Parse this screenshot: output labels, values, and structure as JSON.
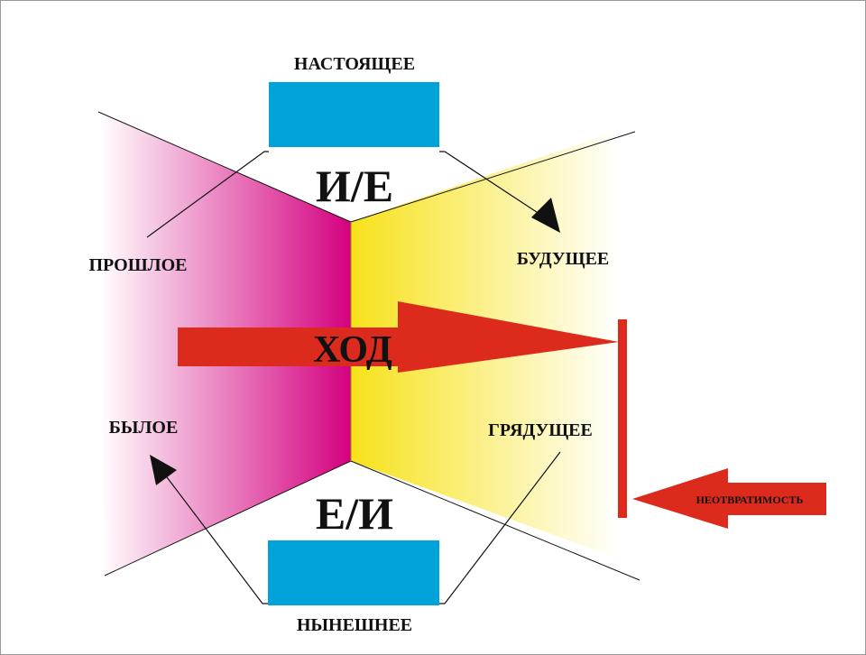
{
  "labels": {
    "present": "НАСТОЯЩЕЕ",
    "current": "НЫНЕШНЕЕ",
    "past": "ПРОШЛОЕ",
    "future": "БУДУЩЕЕ",
    "bygone": "БЫЛОЕ",
    "coming": "ГРЯДУЩЕЕ",
    "top_center": "И/Е",
    "bottom_center": "Е/И",
    "course": "ХОД",
    "inevitability": "НЕОТВРАТИМОСТЬ"
  },
  "colors": {
    "blue": "#00a3d9",
    "magenta": "#d4007f",
    "yellow": "#f7e21a",
    "red": "#dc2a1d"
  }
}
